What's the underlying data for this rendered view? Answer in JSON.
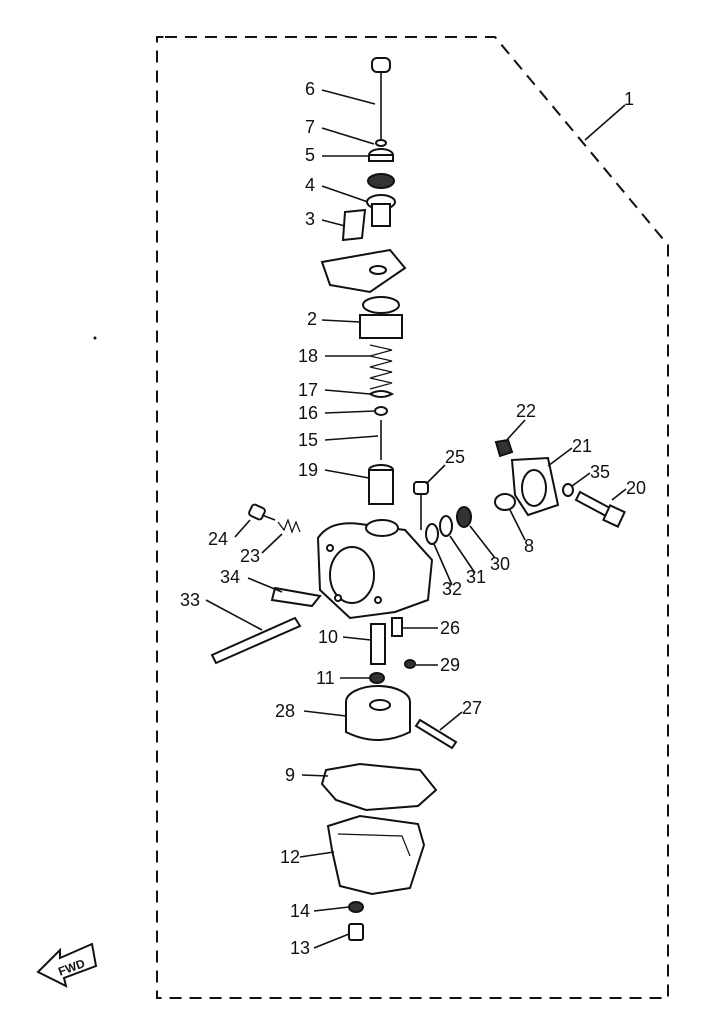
{
  "labels": {
    "p1": "1",
    "p2": "2",
    "p3": "3",
    "p4": "4",
    "p5": "5",
    "p6": "6",
    "p7": "7",
    "p8": "8",
    "p9": "9",
    "p10": "10",
    "p11": "11",
    "p12": "12",
    "p13": "13",
    "p14": "14",
    "p15": "15",
    "p16": "16",
    "p17": "17",
    "p18": "18",
    "p19": "19",
    "p20": "20",
    "p21": "21",
    "p22": "22",
    "p23": "23",
    "p24": "24",
    "p25": "25",
    "p26": "26",
    "p27": "27",
    "p28": "28",
    "p29": "29",
    "p30": "30",
    "p31": "31",
    "p32": "32",
    "p33": "33",
    "p34": "34",
    "p35": "35"
  },
  "fwd_badge": "FWD",
  "icons": {
    "fwd_arrow": "fwd-arrow-icon"
  },
  "colors": {
    "line": "#111111",
    "background": "#ffffff"
  }
}
